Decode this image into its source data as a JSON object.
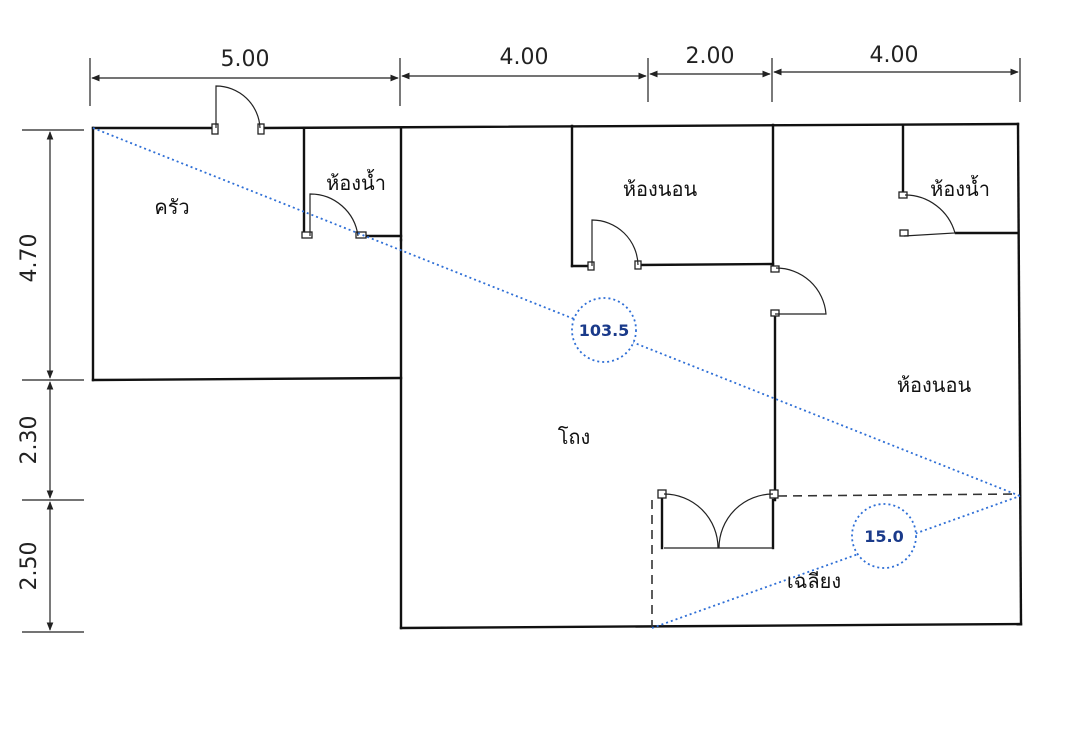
{
  "dimensions": {
    "top": [
      "5.00",
      "4.00",
      "2.00",
      "4.00"
    ],
    "left": [
      "4.70",
      "2.30",
      "2.50"
    ]
  },
  "rooms": {
    "kitchen": "ครัว",
    "bathroom_1": "ห้องน้ำ",
    "bedroom_1": "ห้องนอน",
    "bathroom_2": "ห้องน้ำ",
    "bedroom_2": "ห้องนอน",
    "hall": "โถง",
    "veranda": "เฉลียง"
  },
  "annotations": {
    "diagonal_value": "103.5",
    "veranda_value": "15.0"
  },
  "colors": {
    "wall": "#111111",
    "measure_line": "#2f6fd6",
    "badge_text": "#1a3a8a"
  }
}
